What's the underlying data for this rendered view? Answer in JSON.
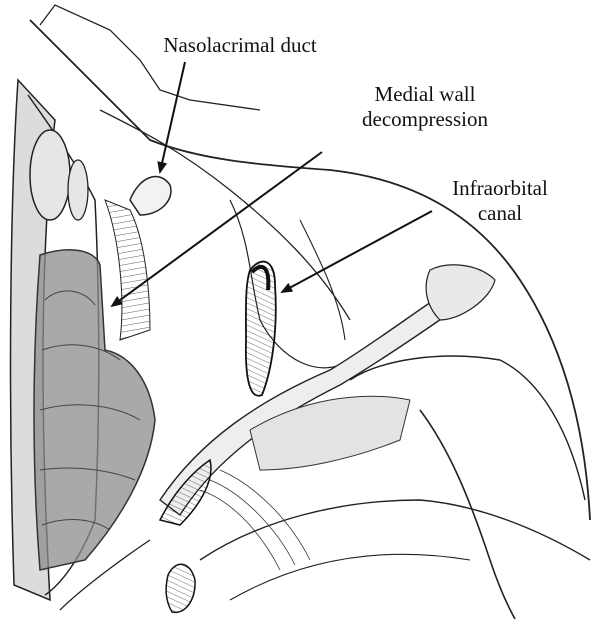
{
  "labels": {
    "nasolacrimal_duct": "Nasolacrimal duct",
    "medial_wall_line1": "Medial wall",
    "medial_wall_line2": "decompression",
    "infraorbital_line1": "Infraorbital",
    "infraorbital_line2": "canal"
  },
  "colors": {
    "line": "#1a1a1a",
    "shaded_region": "#8c8c8c",
    "sinus_fill": "#d9d9d9",
    "background": "#ffffff"
  }
}
